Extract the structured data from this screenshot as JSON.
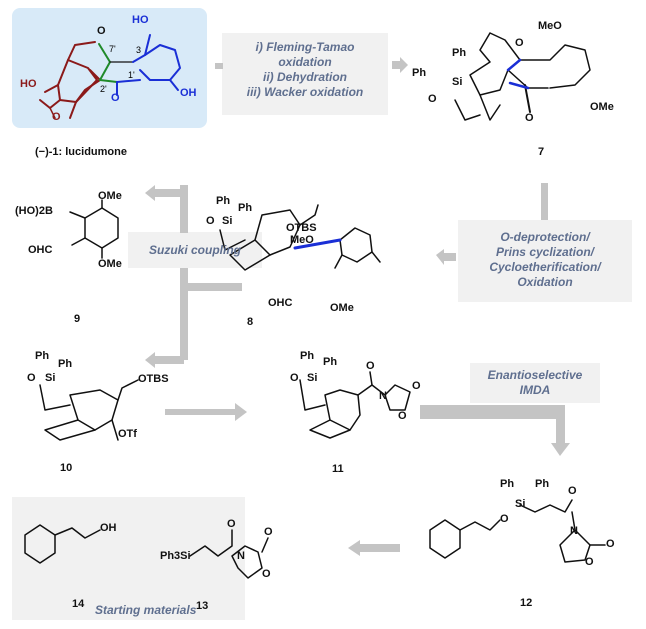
{
  "target": {
    "label": "(−)-1: lucidumone",
    "atoms": [
      "HO",
      "OH",
      "HO",
      "O",
      "O",
      "O"
    ],
    "positions": [
      "7'",
      "3",
      "2'",
      "1'"
    ]
  },
  "step_7_from_1": [
    "i) Fleming-Tamao oxidation",
    "ii) Dehydration",
    "iii) Wacker oxidation"
  ],
  "step_i_a": "i) Fleming-Tamao",
  "step_i_b": "oxidation",
  "step_ii": "ii) Dehydration",
  "step_iii": "iii) Wacker oxidation",
  "compound_7": {
    "label": "7",
    "atoms": [
      "MeO",
      "OMe",
      "Ph",
      "Ph",
      "Si",
      "O",
      "O",
      "O"
    ]
  },
  "step_8_to_7": [
    "O-deprotection/",
    "Prins cyclization/",
    "Cycloetherification/",
    "Oxidation"
  ],
  "compound_8": {
    "label": "8",
    "atoms": [
      "Ph",
      "Ph",
      "O",
      "Si",
      "OTBS",
      "MeO",
      "OHC",
      "OMe"
    ]
  },
  "suzuki": "Suzuki coupling",
  "compound_9": {
    "label": "9",
    "atoms": [
      "OMe",
      "(HO)2B",
      "OHC",
      "OMe"
    ]
  },
  "compound_10": {
    "label": "10",
    "atoms": [
      "Ph",
      "Ph",
      "O",
      "Si",
      "OTBS",
      "OTf"
    ]
  },
  "compound_11": {
    "label": "11",
    "atoms": [
      "Ph",
      "Ph",
      "O",
      "Si",
      "O",
      "N",
      "O",
      "O"
    ]
  },
  "imda": [
    "Enantioselective",
    "IMDA"
  ],
  "compound_12": {
    "label": "12",
    "atoms": [
      "Ph",
      "Ph",
      "Si",
      "O",
      "O",
      "N",
      "O",
      "O"
    ]
  },
  "compound_13": {
    "label": "13",
    "atoms": [
      "Ph3Si",
      "O",
      "O",
      "N",
      "O"
    ]
  },
  "compound_14": {
    "label": "14",
    "atoms": [
      "OH"
    ]
  },
  "starting_materials": "Starting materials",
  "colors": {
    "blue_box": "#d8eaf8",
    "gray_box": "#f1f1f1",
    "arrow": "#c4c4c4",
    "condition_text": "#5f6f8f",
    "maroon": "#8b1a1a",
    "blue": "#1a2fd6",
    "green": "#1f8a2a"
  }
}
